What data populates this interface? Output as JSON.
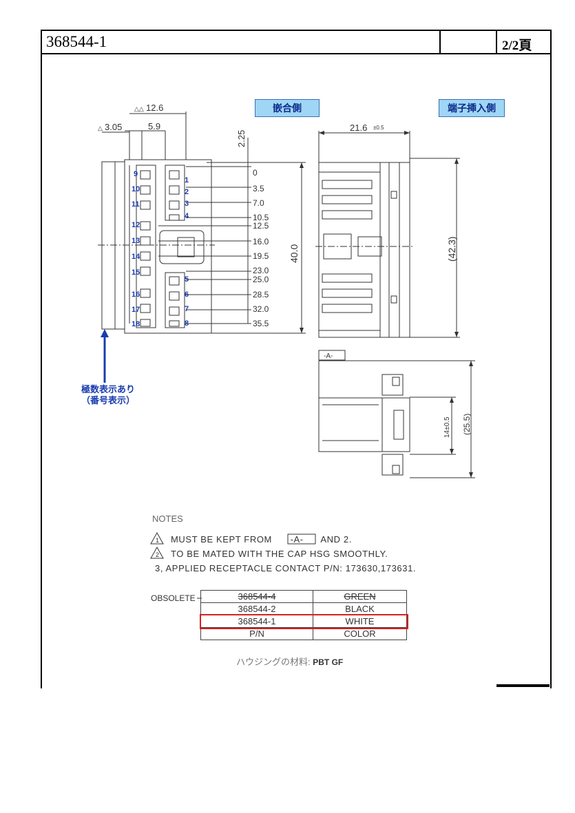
{
  "title_block": {
    "part_number": "368544-1",
    "middle_cell": "",
    "page": "2/2頁"
  },
  "view_labels": {
    "mating_side": "嵌合側",
    "terminal_insert_side": "端子挿入側"
  },
  "pole_note": [
    "極数表示あり",
    "（番号表示）"
  ],
  "dimensions": {
    "top_width": "12.6",
    "top_width_marker": "△△",
    "left_offset": "3.05",
    "pitch_col": "5.9",
    "vert_offset": "2.25",
    "side_width": "21.6",
    "side_width_tol": "±0.5",
    "height": "40.0",
    "height_ref": "(42.3)",
    "detail_ref": "-A-",
    "detail_h": "14±0.5",
    "detail_ref_h": "(25.5)",
    "ticks": [
      "0",
      "3.5",
      "7.0",
      "10.5",
      "12.5",
      "16.0",
      "19.5",
      "23.0",
      "25.0",
      "28.5",
      "32.0",
      "35.5"
    ]
  },
  "pin_numbers": {
    "right": [
      "1",
      "2",
      "3",
      "4",
      "5",
      "6",
      "7",
      "8"
    ],
    "left": [
      "9",
      "10",
      "11",
      "12",
      "13",
      "14",
      "15",
      "16",
      "17",
      "18"
    ]
  },
  "notes": {
    "title": "NOTES",
    "lines": [
      {
        "marker": "1",
        "text": "MUST  BE  KEPT  FROM",
        "ref": "-A-",
        "tail": "AND  2."
      },
      {
        "marker": "2",
        "text": "TO  BE  MATED  WITH  THE  CAP  HSG  SMOOTHLY."
      },
      {
        "marker": "",
        "text": "3,  APPLIED  RECEPTACLE  CONTACT  P/N:  173630,173631."
      }
    ]
  },
  "parts_table": {
    "obsolete_label": "OBSOLETE",
    "rows": [
      {
        "pn": "368544-4",
        "color": "GREEN",
        "obsolete": true
      },
      {
        "pn": "368544-2",
        "color": "BLACK",
        "obsolete": false
      },
      {
        "pn": "368544-1",
        "color": "WHITE",
        "obsolete": false,
        "highlight": true
      },
      {
        "pn": "P/N",
        "color": "COLOR",
        "obsolete": false
      }
    ]
  },
  "material": {
    "label": "ハウジングの材料:",
    "value": "PBT GF"
  },
  "colors": {
    "highlight": "#d62020",
    "pin_label": "#1a3cb0",
    "label_bg": "#9fd6f5"
  }
}
